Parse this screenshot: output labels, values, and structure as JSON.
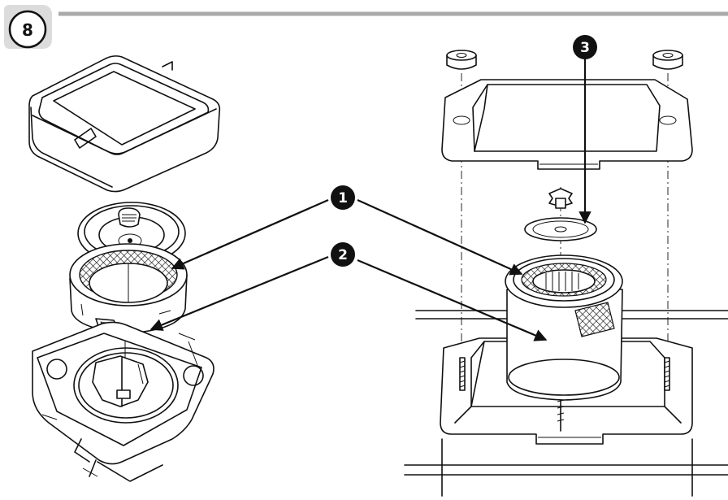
{
  "step": {
    "number": "8"
  },
  "callouts": [
    {
      "id": "callout-1",
      "label": "1"
    },
    {
      "id": "callout-2",
      "label": "2"
    },
    {
      "id": "callout-3",
      "label": "3"
    }
  ]
}
